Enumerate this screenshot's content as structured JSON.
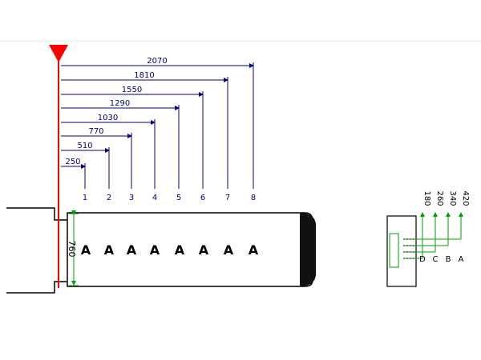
{
  "colors": {
    "background": "#ffffff",
    "datum": "#ff0000",
    "dimension": "#000080",
    "height_dim": "#00a000",
    "port_lines": "#00a000",
    "outline": "#000000",
    "mark_text": "#000000"
  },
  "icons": {
    "datum": "datum-triangle-icon"
  },
  "dimensions": [
    {
      "number": "1",
      "value": "250"
    },
    {
      "number": "2",
      "value": "510"
    },
    {
      "number": "3",
      "value": "770"
    },
    {
      "number": "4",
      "value": "1030"
    },
    {
      "number": "5",
      "value": "1290"
    },
    {
      "number": "6",
      "value": "1550"
    },
    {
      "number": "7",
      "value": "1810"
    },
    {
      "number": "8",
      "value": "2070"
    }
  ],
  "hole_labels": [
    "A",
    "A",
    "A",
    "A",
    "A",
    "A",
    "A",
    "A"
  ],
  "height_label": "760",
  "side_view": {
    "ports": [
      {
        "letter": "D",
        "value": "180"
      },
      {
        "letter": "C",
        "value": "260"
      },
      {
        "letter": "B",
        "value": "340"
      },
      {
        "letter": "A",
        "value": "420"
      }
    ]
  }
}
